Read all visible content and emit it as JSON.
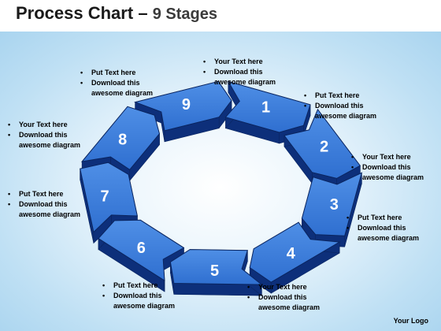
{
  "title": {
    "main": "Process Chart",
    "dash": "–",
    "sub": "9 Stages"
  },
  "logo": "Your Logo",
  "stages": [
    "1",
    "2",
    "3",
    "4",
    "5",
    "6",
    "7",
    "8",
    "9"
  ],
  "colors": {
    "top": "#2f6fd0",
    "side": "#0d2f7a",
    "number": "#ffffff",
    "outline": "#0a2560"
  },
  "callouts": [
    {
      "line1": "Your Text here",
      "line2": "Download this",
      "line3": "awesome diagram"
    },
    {
      "line1": "Put Text here",
      "line2": "Download this",
      "line3": "awesome diagram"
    },
    {
      "line1": "Your Text here",
      "line2": "Download this",
      "line3": "awesome diagram"
    },
    {
      "line1": "Put Text here",
      "line2": "Download this",
      "line3": "awesome diagram"
    },
    {
      "line1": "Your Text here",
      "line2": "Download this",
      "line3": "awesome diagram"
    },
    {
      "line1": "Put Text here",
      "line2": "Download this",
      "line3": "awesome diagram"
    },
    {
      "line1": "Your Text here",
      "line2": "Download this",
      "line3": "awesome diagram"
    },
    {
      "line1": "Put Text here",
      "line2": "Download this",
      "line3": "awesome diagram"
    },
    {
      "line1": "Put Text here",
      "line2": "Download this",
      "line3": "awesome diagram"
    }
  ]
}
